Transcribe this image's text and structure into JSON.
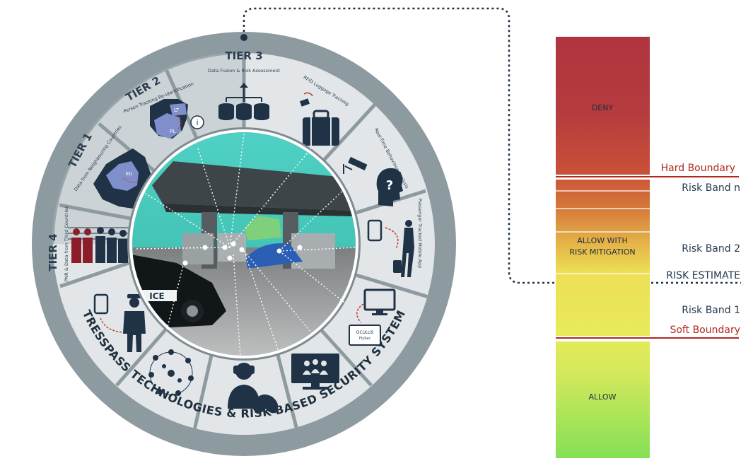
{
  "colors": {
    "ring_outer": "#8d9aa0",
    "ring_inner": "#e2e6e8",
    "tier_band": "#b9c3c7",
    "icon_dark": "#1f3246",
    "map_blue": "#7e8fcc",
    "deny": "#b33a3e",
    "allow": "#8fdc57",
    "boundary_red": "#b0281f",
    "connector": "#1f3246"
  },
  "ring": {
    "bottom_title": "TRESSPASS TECHNOLOGIES & RISK-BASED SECURITY SYSTEM"
  },
  "tiers": {
    "tier1": "TIER 1",
    "tier2": "TIER 2",
    "tier3": "TIER 3",
    "tier4": "TIER 4"
  },
  "segments": {
    "data_fusion": "Data Fusion & Risk Assessment",
    "rfid": "RFID Luggage Tracking",
    "behaviour": "Real-Time Behaviour Analysis",
    "mobile_app": "Passenger Tracked Mobile App",
    "person_tracking": "Person Tracking Re-Identification",
    "neighbouring": "Data from Neighbouring Countries",
    "pnr": "PNR & Data from Third Countries"
  },
  "map_labels": {
    "eu": "EU",
    "lt": "LT",
    "pl": "PL"
  },
  "info_icon_glyph": "i",
  "question_glyph": "?",
  "oculus": {
    "line1": "OCULUS",
    "line2": "FlySec"
  },
  "police_car_text": "ICE",
  "risk_scale": {
    "zones": {
      "deny": "DENY",
      "mitigation_1": "ALLOW WITH",
      "mitigation_2": "RISK MITIGATION",
      "allow": "ALLOW"
    },
    "labels": {
      "hard_boundary": "Hard Boundary",
      "risk_band_n": "Risk Band n",
      "risk_band_2": "Risk Band 2",
      "risk_estimate": "RISK ESTIMATE",
      "risk_band_1": "Risk Band 1",
      "soft_boundary": "Soft Boundary"
    }
  }
}
